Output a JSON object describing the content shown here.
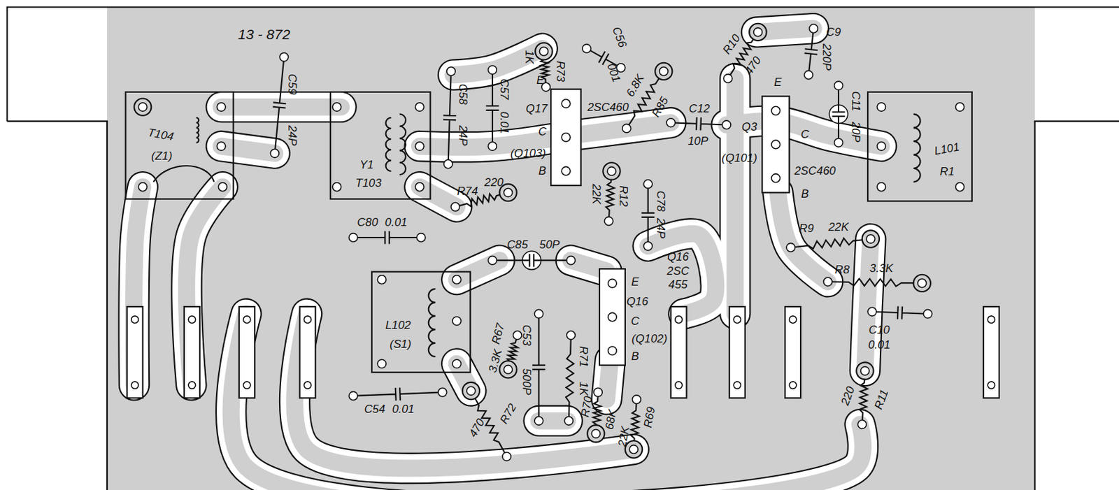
{
  "diagram": {
    "nodes": [
      {
        "text": [
          "T104",
          "(Z1)"
        ]
      },
      {
        "text": [
          "Y1",
          "T103"
        ]
      },
      {
        "text": [
          "L102",
          "(S1)"
        ]
      },
      {
        "text": [
          "L101",
          "R1"
        ]
      }
    ],
    "labels": [
      "13 - 872",
      "C59",
      "24P",
      "C58",
      "24P",
      "C57",
      "0.01",
      "1K",
      "R73",
      "C56",
      "001",
      "E",
      "Q17",
      "2SC460",
      "C",
      "(Q103)",
      "B",
      "6.8K",
      "R85",
      "C12",
      "10P",
      "R10",
      "470",
      "C9",
      "220P",
      "E",
      "C",
      "Q3",
      "(Q101)",
      "2SC460",
      "B",
      "C11",
      "20P",
      "R74",
      "220",
      "22K",
      "R12",
      "C78",
      "24P",
      "C80",
      "0.01",
      "C85",
      "50P",
      "Q16",
      "2SC",
      "455",
      "E",
      "Q16",
      "C",
      "(Q102)",
      "B",
      "R9",
      "22K",
      "R8",
      "3.3K",
      "C10",
      "0.01",
      "220",
      "R11",
      "R67",
      "3.3K",
      "C53",
      "500P",
      "R71",
      "1K",
      "C54",
      "0.01",
      "R72",
      "470",
      "R70",
      "68K",
      "R69",
      "22K"
    ]
  }
}
